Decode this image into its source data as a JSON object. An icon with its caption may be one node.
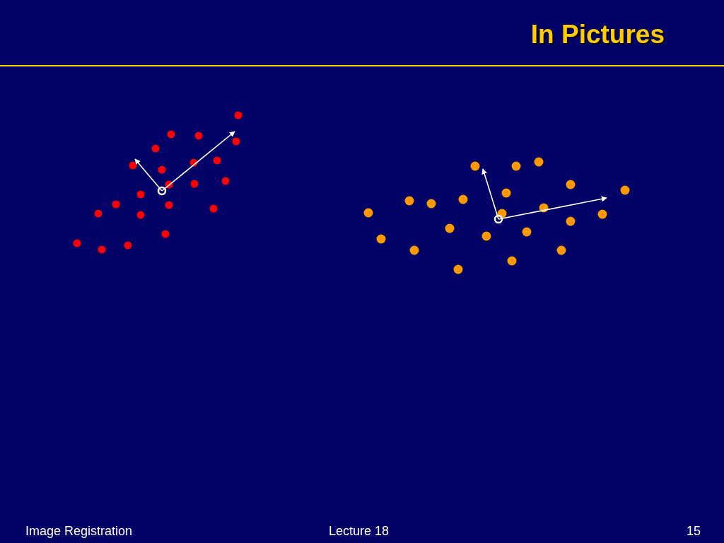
{
  "diagram": {
    "title": "In Pictures",
    "labels": [
      "Image Registration",
      "Lecture 18",
      "15"
    ]
  }
}
